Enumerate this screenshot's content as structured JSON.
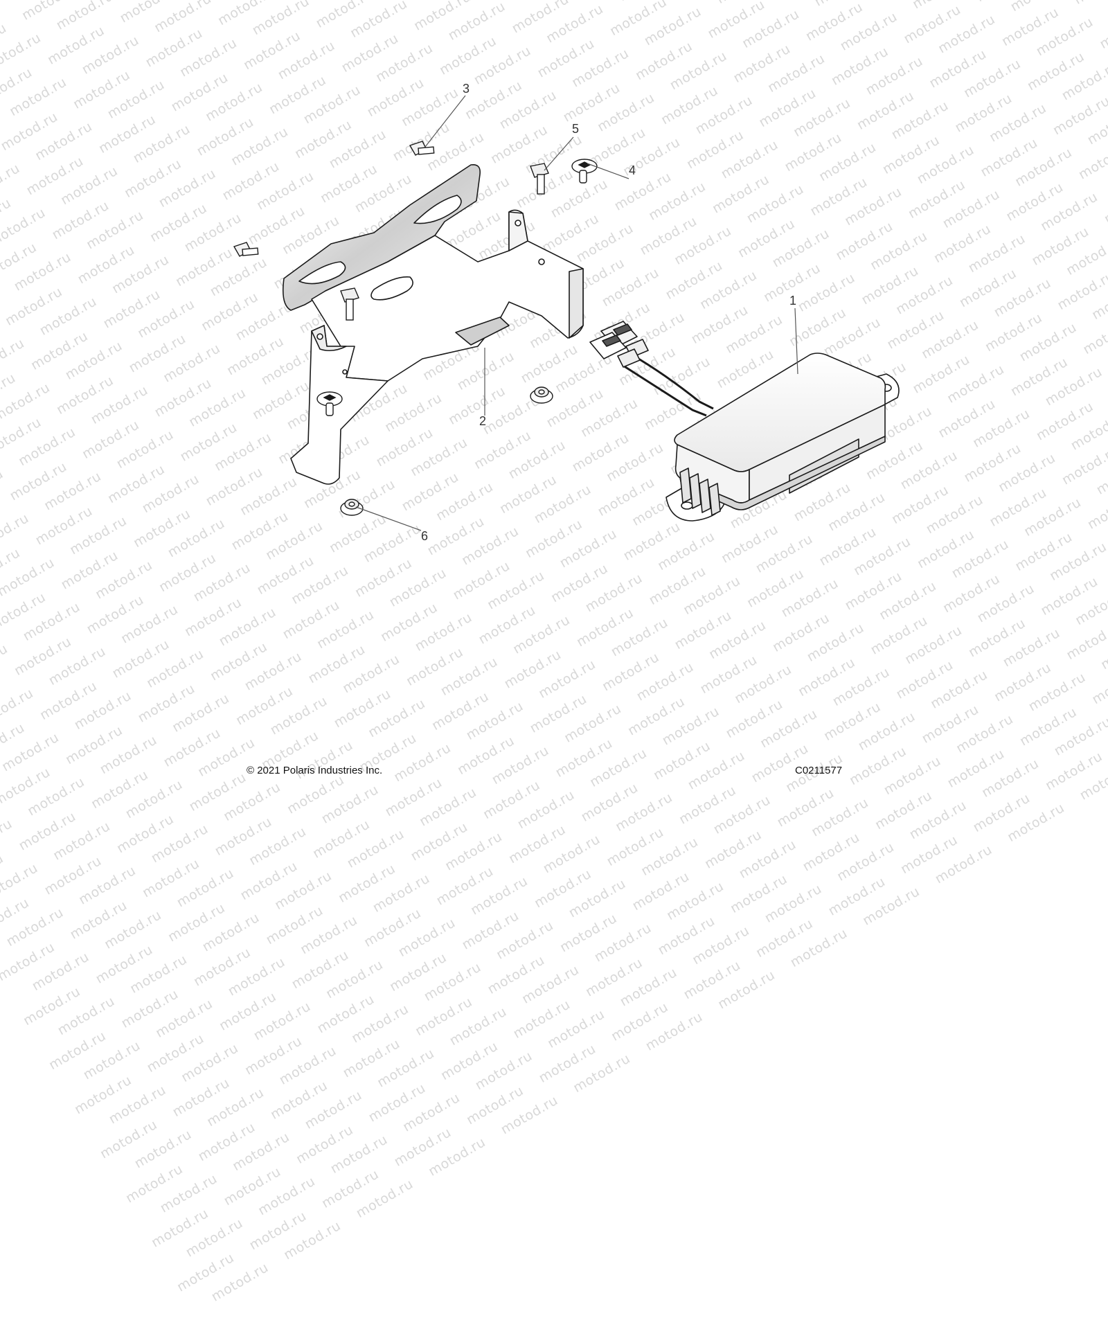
{
  "watermark": {
    "text": "motod.ru"
  },
  "callouts": [
    {
      "id": "1",
      "label": "1"
    },
    {
      "id": "2",
      "label": "2"
    },
    {
      "id": "3",
      "label": "3"
    },
    {
      "id": "4",
      "label": "4"
    },
    {
      "id": "5",
      "label": "5"
    },
    {
      "id": "6",
      "label": "6"
    }
  ],
  "footer": {
    "copyright": "© 2021 Polaris Industries Inc.",
    "figure_code": "C0211577"
  },
  "colors": {
    "line": "#1a1a1a",
    "leader": "#555555",
    "watermark": "#d8d8d8",
    "background": "#ffffff"
  }
}
